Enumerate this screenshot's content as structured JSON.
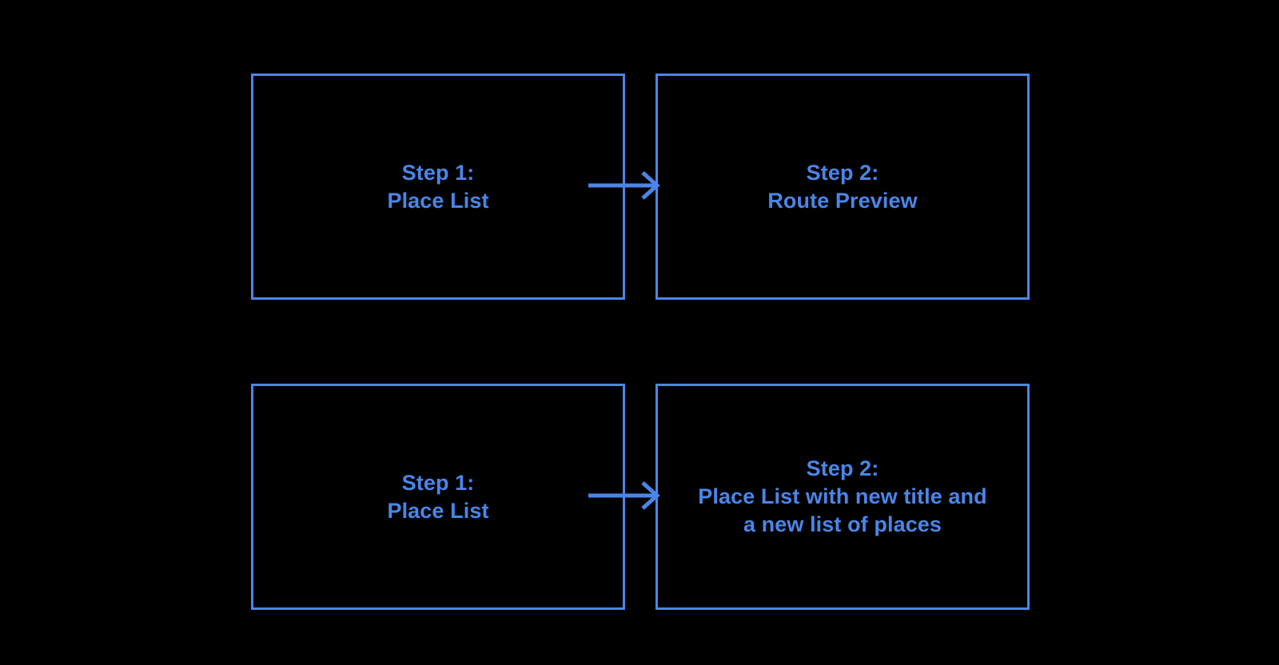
{
  "diagram": {
    "background_color": "#000000",
    "accent_color": "#4a86e8",
    "flows": [
      {
        "id": "route-preview-flow",
        "from": {
          "title": "Step 1:",
          "subtitle": "Place List",
          "text": "Step 1:\nPlace List"
        },
        "to": {
          "title": "Step 2:",
          "subtitle": "Route Preview",
          "text": "Step 2:\nRoute Preview"
        },
        "connector": "arrow-right"
      },
      {
        "id": "new-place-list-flow",
        "from": {
          "title": "Step 1:",
          "subtitle": "Place List",
          "text": "Step 1:\nPlace List"
        },
        "to": {
          "title": "Step 2:",
          "subtitle": "Place List with new title and a new list of places",
          "text": "Step 2:\nPlace List with new title and\na new list of places"
        },
        "connector": "arrow-right"
      }
    ]
  }
}
